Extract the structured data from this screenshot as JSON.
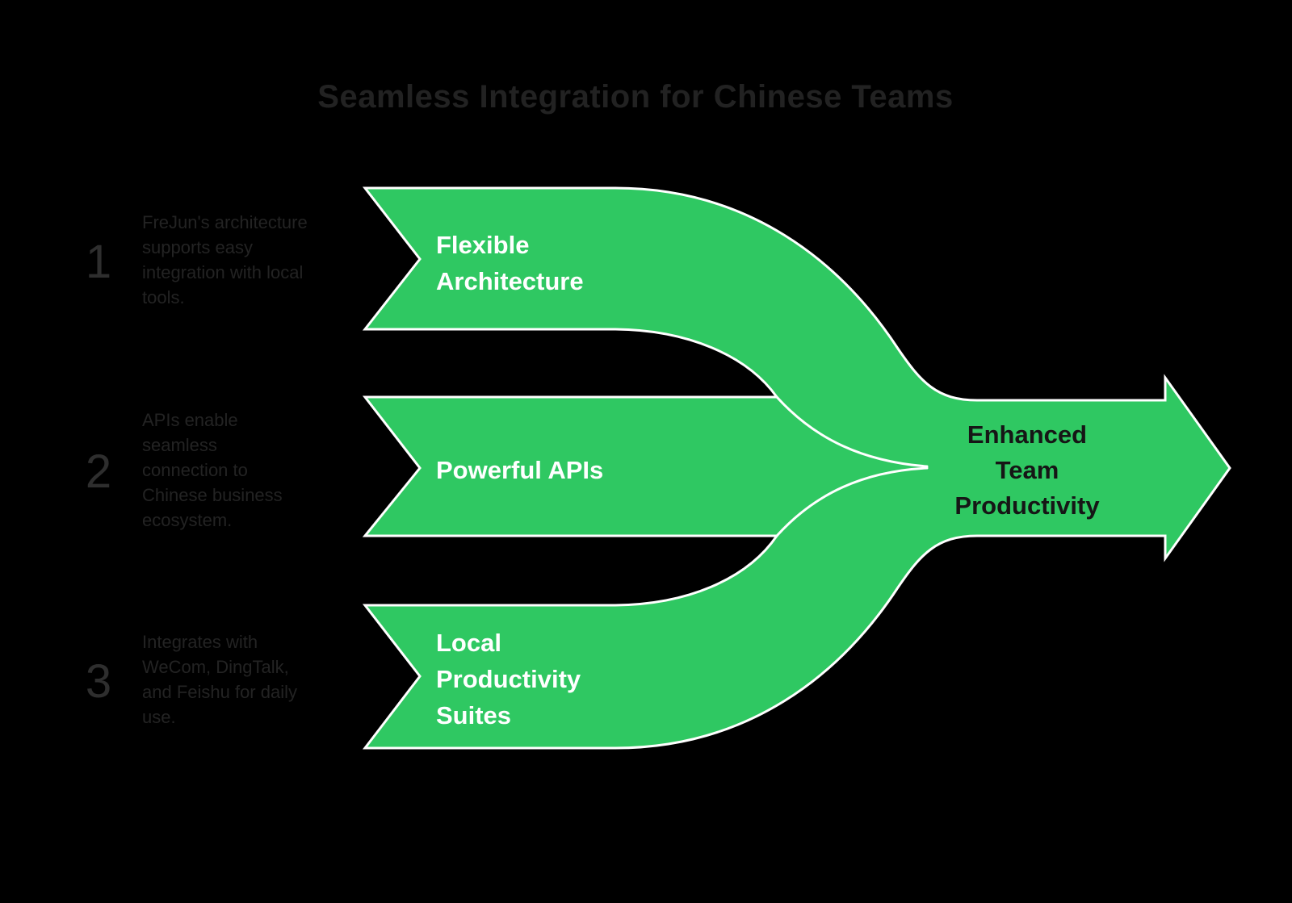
{
  "title": "Seamless Integration for Chinese Teams",
  "colors": {
    "background": "#000000",
    "green": "#2FC862",
    "outline": "#FFFFFF",
    "title_text": "#222222",
    "body_text": "#232323",
    "ribbon_label_text": "#FFFFFF",
    "outcome_text": "#161616"
  },
  "steps": [
    {
      "number": "1",
      "description": "FreJun's architecture supports easy integration with local tools.",
      "description_lines": [
        "FreJun's architecture",
        "supports easy",
        "integration with local",
        "tools."
      ],
      "ribbon_label": "Flexible Architecture",
      "ribbon_label_lines": [
        "Flexible",
        "Architecture"
      ]
    },
    {
      "number": "2",
      "description": "APIs enable seamless connection to Chinese business ecosystem.",
      "description_lines": [
        "APIs enable",
        "seamless",
        "connection to",
        "Chinese business",
        "ecosystem."
      ],
      "ribbon_label": "Powerful APIs",
      "ribbon_label_lines": [
        "Powerful APIs"
      ]
    },
    {
      "number": "3",
      "description": "Integrates with WeCom, DingTalk, and Feishu for daily use.",
      "description_lines": [
        "Integrates with",
        "WeCom, DingTalk,",
        "and Feishu for daily",
        "use."
      ],
      "ribbon_label": "Local Productivity Suites",
      "ribbon_label_lines": [
        "Local",
        "Productivity",
        "Suites"
      ]
    }
  ],
  "outcome": {
    "label": "Enhanced Team Productivity",
    "label_lines": [
      "Enhanced",
      "Team",
      "Productivity"
    ]
  }
}
